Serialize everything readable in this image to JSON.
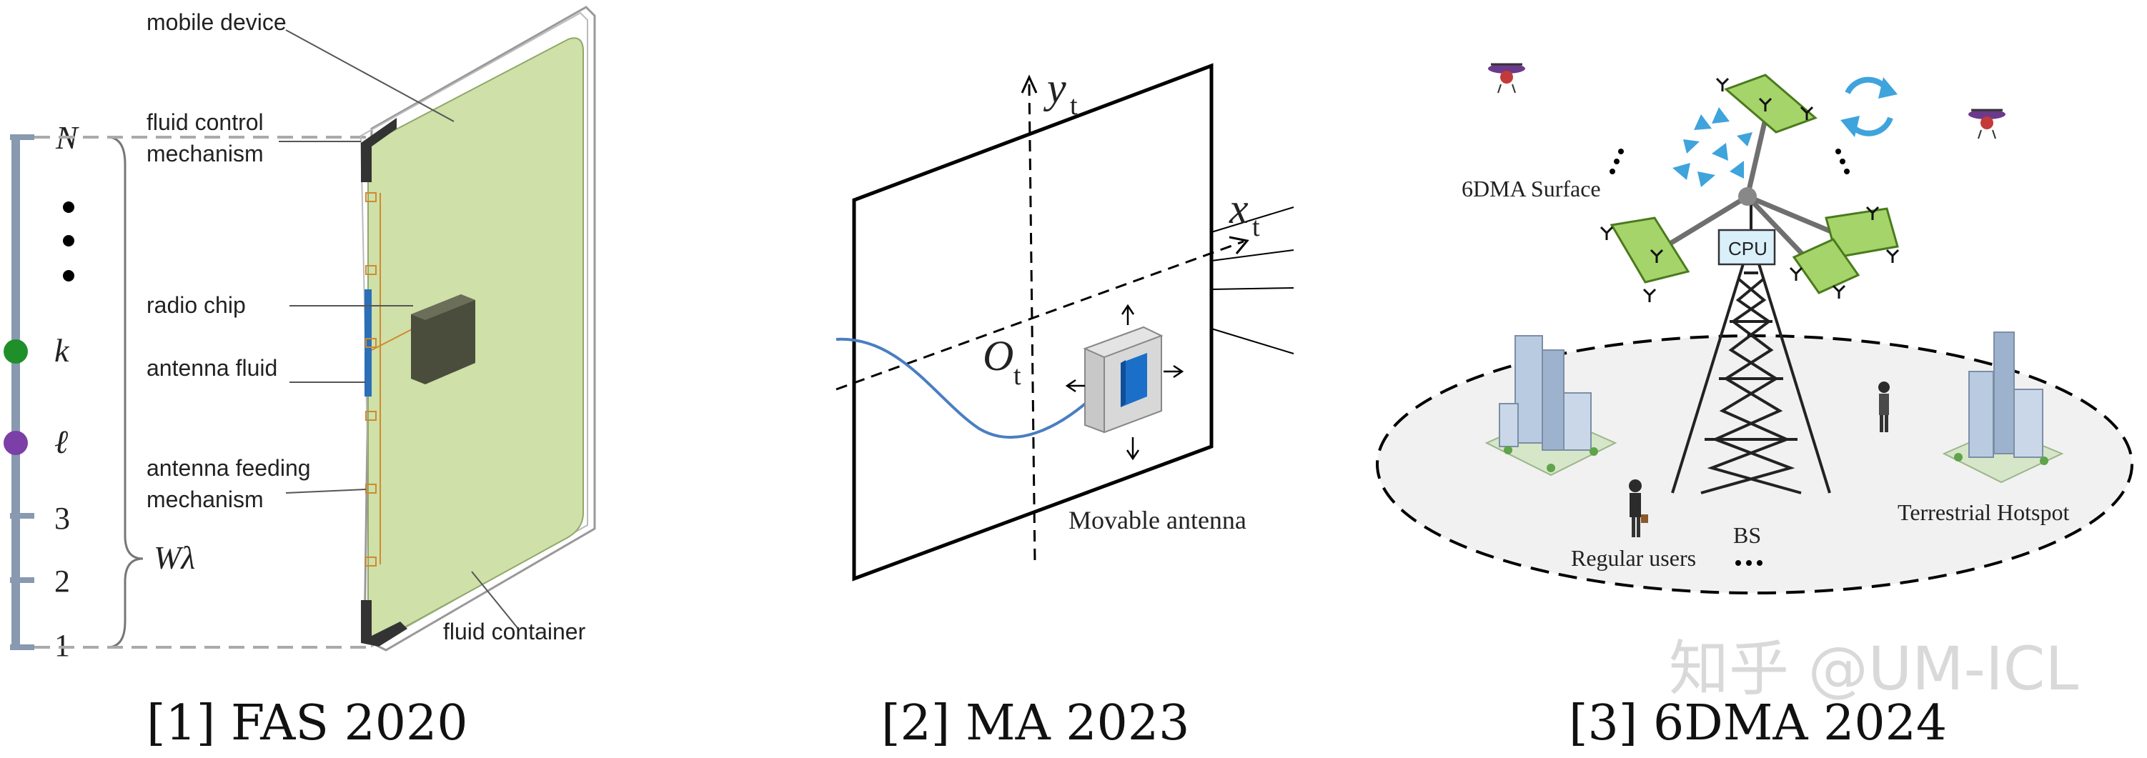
{
  "panels": [
    {
      "caption": "[1] FAS 2020",
      "labels": {
        "mobile_device": "mobile device",
        "fluid_control_line1": "fluid control",
        "fluid_control_line2": "mechanism",
        "radio_chip": "radio chip",
        "antenna_fluid": "antenna fluid",
        "feeding_line1": "antenna feeding",
        "feeding_line2": "mechanism",
        "fluid_container": "fluid container"
      },
      "axis": {
        "top": "N",
        "k": "k",
        "l": "ℓ",
        "tick3": "3",
        "tick2": "2",
        "tick1": "1",
        "width": "Wλ"
      },
      "colors": {
        "device": "#cfe0a8",
        "port_k": "#1f8f2a",
        "port_l": "#7b3fa7",
        "scale": "#8899b0"
      }
    },
    {
      "caption": "[2] MA 2023",
      "labels": {
        "y_axis": "y",
        "y_sub": "t",
        "x_axis": "x",
        "x_sub": "t",
        "origin": "O",
        "origin_sub": "t",
        "movable": "Movable antenna"
      },
      "colors": {
        "antenna": "#1b6fc9",
        "cable": "#4a7ec2"
      }
    },
    {
      "caption": "[3] 6DMA 2024",
      "labels": {
        "surface": "6DMA Surface",
        "cpu": "CPU",
        "bs": "BS",
        "users": "Regular users",
        "hotspot": "Terrestrial Hotspot"
      },
      "colors": {
        "panel": "#a5d46a",
        "cpu_box": "#d9f0fb",
        "rotate": "#3fa3dc"
      }
    }
  ],
  "watermark": "知乎 @UM-ICL"
}
